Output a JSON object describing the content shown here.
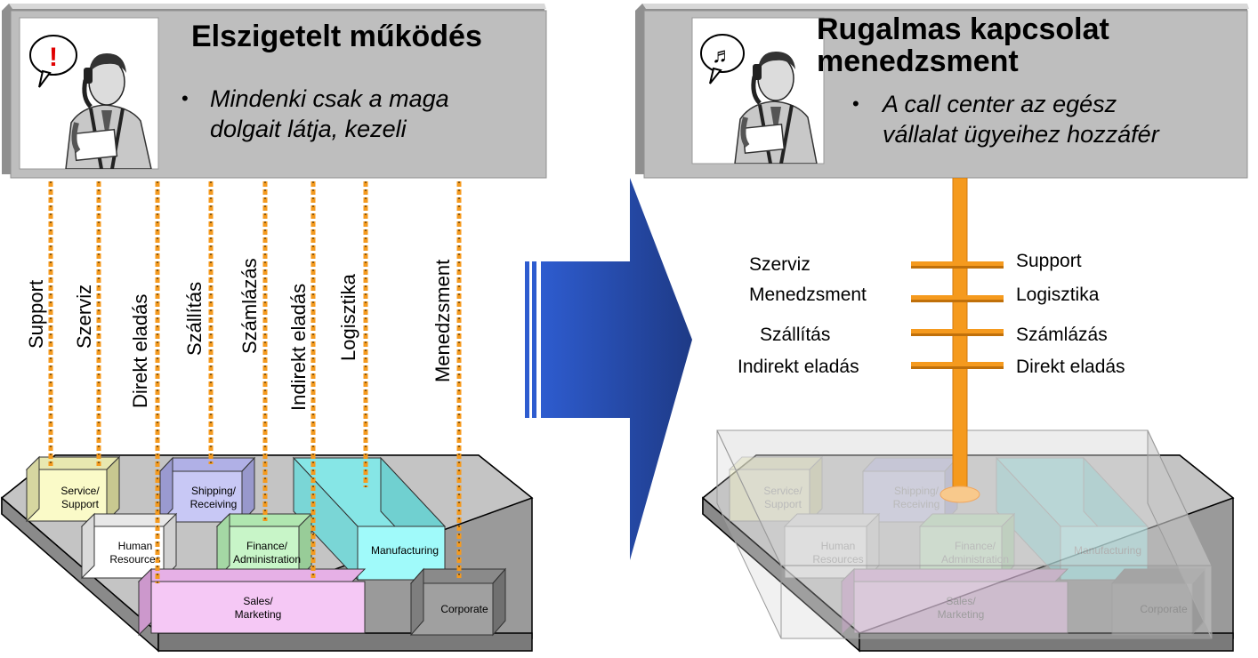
{
  "left_panel": {
    "title": "Elszigetelt működés",
    "bullet": "•",
    "bullet_lines": [
      "Mindenki csak a maga",
      "dolgait látja, kezeli"
    ],
    "speech_symbol": "!",
    "channels": [
      "Support",
      "Szerviz",
      "Direkt eladás",
      "Szállítás",
      "Számlázás",
      "Indirekt eladás",
      "Logisztika",
      "Menedzsment"
    ]
  },
  "right_panel": {
    "title_lines": [
      "Rugalmas kapcsolat",
      "menedzsment"
    ],
    "bullet": "•",
    "bullet_lines": [
      "A call center az egész",
      "vállalat ügyeihez hozzáfér"
    ],
    "speech_symbol": "♬",
    "left_labels": [
      "Szerviz",
      "Menedzsment",
      "Szállítás",
      "Indirekt eladás"
    ],
    "right_labels": [
      "Support",
      "Logisztika",
      "Számlázás",
      "Direkt eladás"
    ]
  },
  "departments": {
    "service": [
      "Service/",
      "Support"
    ],
    "shipping": [
      "Shipping/",
      "Receiving"
    ],
    "human": [
      "Human",
      "Resources"
    ],
    "finance": [
      "Finance/",
      "Administration"
    ],
    "manufacturing": [
      "Manufacturing"
    ],
    "sales": [
      "Sales/",
      "Marketing"
    ],
    "corporate": [
      "Corporate"
    ]
  },
  "colors": {
    "panel_gray": "#bebebe",
    "orange": "#f59a1e",
    "arrow_blue": "#2a52b8",
    "service": "#fafac8",
    "shipping": "#c8c8f5",
    "human": "#ffffff",
    "finance": "#c8f5c8",
    "manufacturing": "#a0fafa",
    "sales": "#f5c8f5",
    "corporate": "#a0a0a0"
  }
}
